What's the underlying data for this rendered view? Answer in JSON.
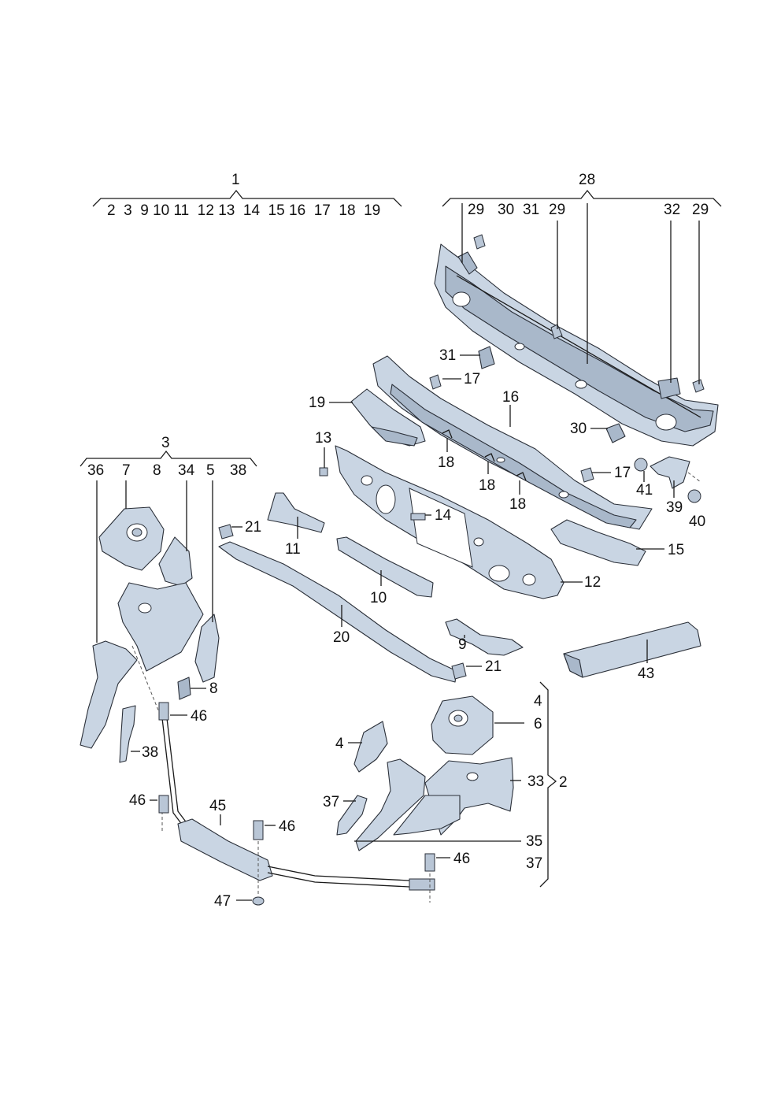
{
  "groups": {
    "g1": {
      "label": "1",
      "members": "2  3  9 10 11  12 13  14  15 16  17  18  19"
    },
    "g28": {
      "label": "28",
      "members": [
        "29",
        "30",
        "31",
        "29",
        "32",
        "29"
      ]
    },
    "g3": {
      "label": "3",
      "members": [
        "36",
        "7",
        "8",
        "34",
        "5",
        "38"
      ]
    },
    "g2": {
      "label": "2",
      "members": [
        "4",
        "6",
        "33",
        "35",
        "37"
      ]
    }
  },
  "callouts": {
    "c4a": "4",
    "c6": "6",
    "c33": "33",
    "c35": "35",
    "c37": "37",
    "c8": "8",
    "c46a": "46",
    "c38": "38",
    "c46b": "46",
    "c45": "45",
    "c46c": "46",
    "c46d": "46",
    "c47": "47",
    "c4b": "4",
    "c37b": "37",
    "c13": "13",
    "c14": "14",
    "c21a": "21",
    "c11": "11",
    "c10": "10",
    "c20": "20",
    "c9": "9",
    "c21b": "21",
    "c12": "12",
    "c19": "19",
    "c31": "31",
    "c17a": "17",
    "c16": "16",
    "c18a": "18",
    "c18b": "18",
    "c18c": "18",
    "c30": "30",
    "c17b": "17",
    "c41": "41",
    "c39": "39",
    "c40": "40",
    "c15": "15",
    "c43": "43"
  },
  "colors": {
    "part_fill": "#c9d5e3",
    "part_shade": "#a9b8ca",
    "outline": "#2a2f38"
  }
}
